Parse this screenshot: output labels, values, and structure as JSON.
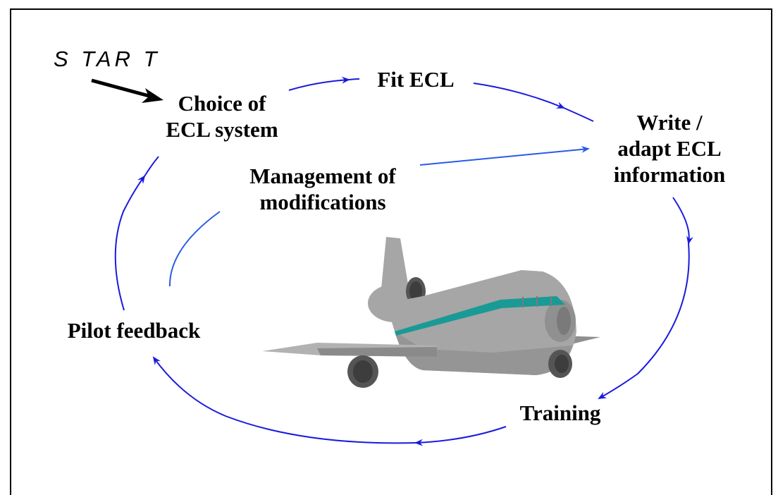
{
  "start_label": "S TAR T",
  "nodes": {
    "choice": "Choice of\nECL system",
    "fit": "Fit ECL",
    "write": "Write /\nadapt ECL\ninformation",
    "management": "Management of\nmodifications",
    "pilot": "Pilot feedback",
    "training": "Training"
  },
  "colors": {
    "arrow": "#1a1adf",
    "arrow_light": "#2a5ae8",
    "start_arrow": "#000000",
    "plane_body": "#a6a6a6",
    "plane_shadow": "#7f7f7f",
    "plane_stripe": "#1a9a96",
    "engine": "#555555"
  },
  "icons": {
    "airplane": "airplane-icon"
  }
}
